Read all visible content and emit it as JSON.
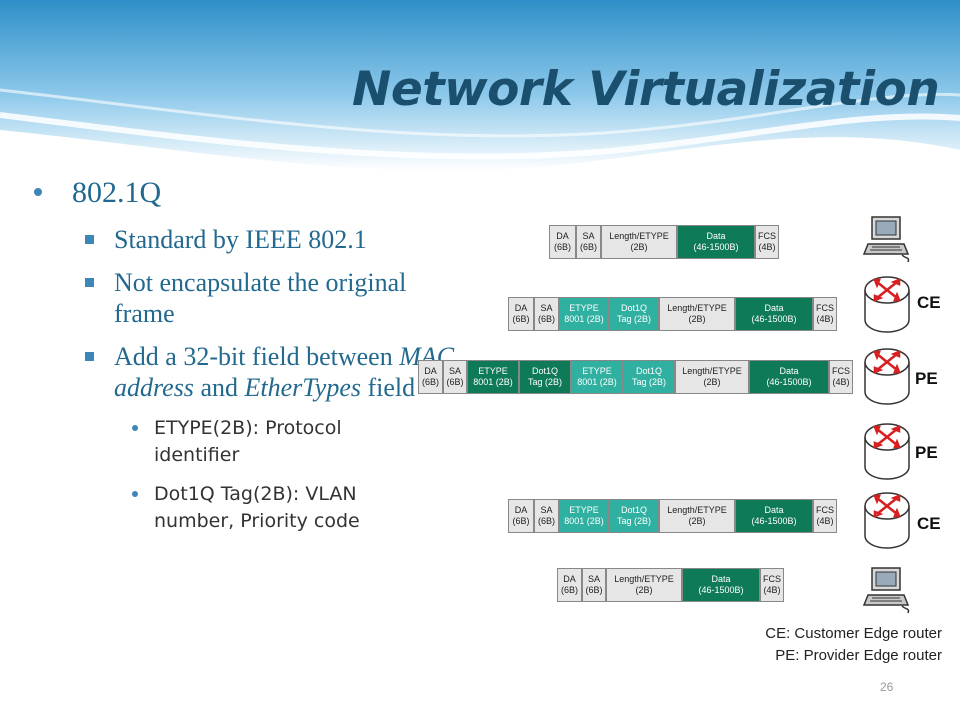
{
  "slide": {
    "title": "Network Virtualization",
    "page_number": "26"
  },
  "bullets": {
    "main": "802.1Q",
    "sub1": "Standard by IEEE 802.1",
    "sub2": "Not encapsulate the original frame",
    "sub3_a": "Add a 32-bit field between ",
    "sub3_b": "MAC address",
    "sub3_c": " and ",
    "sub3_d": "EtherTypes",
    "sub3_e": " field",
    "detail1": "ETYPE(2B): Protocol identifier",
    "detail2": "Dot1Q Tag(2B): VLAN number, Priority code"
  },
  "fields": {
    "da": "DA",
    "da_size": "(6B)",
    "sa": "SA",
    "sa_size": "(6B)",
    "len": "Length/ETYPE",
    "len_size": "(2B)",
    "data": "Data",
    "data_size": "(46-1500B)",
    "fcs": "FCS",
    "fcs_size": "(4B)",
    "etype": "ETYPE",
    "etype_size": "8001 (2B)",
    "dot1q": "Dot1Q",
    "dot1q_size": "Tag (2B)"
  },
  "devices": {
    "ce": "CE",
    "pe": "PE"
  },
  "legend": {
    "ce_line": "CE: Customer Edge router",
    "pe_line": "PE: Provider Edge router"
  },
  "colors": {
    "title": "#1b4f6e",
    "bullet_text": "#23698f",
    "tag_light": "#30b0a0",
    "tag_dark": "#0f7a58"
  }
}
